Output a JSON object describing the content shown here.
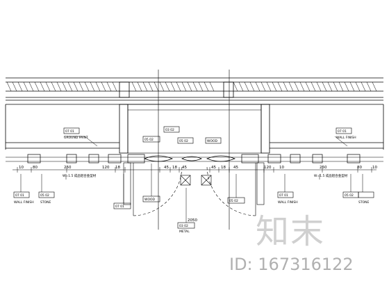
{
  "labels": {
    "tag_a": "07  01",
    "tag_b": "05  02",
    "tag_c": "03  02",
    "ground_paint": "GROUND PAINT",
    "wall_finish": "WALL FINISH",
    "wood": "WOOD",
    "stone": "STONE",
    "metal": "METAL",
    "cn_note_l": "W=1.5 成品铝合金型材",
    "cn_note_r": "W=1.5 成品铝合金型材"
  },
  "dimensions_left": [
    "10",
    "80",
    "250",
    "120",
    "18"
  ],
  "dimensions_center": [
    "45",
    "18",
    "45",
    "2050",
    "45",
    "18",
    "45"
  ],
  "dimensions_right": [
    "120",
    "10",
    "250",
    "80",
    "10"
  ],
  "watermark": {
    "logo": "知末",
    "id": "ID: 167316122"
  }
}
